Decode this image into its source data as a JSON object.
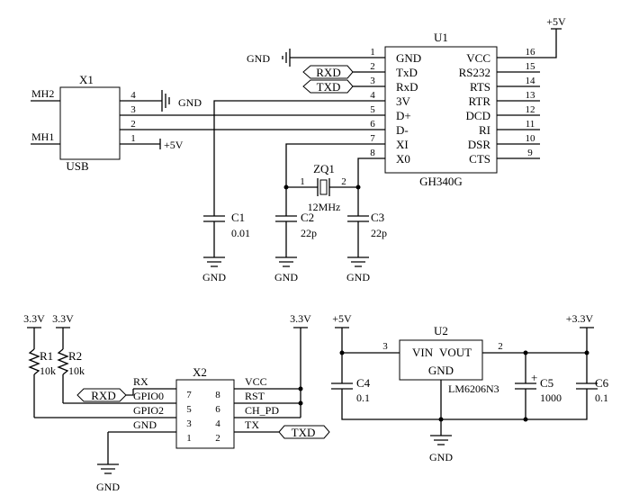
{
  "u1": {
    "ref": "U1",
    "part": "GH340G",
    "left_pins": [
      {
        "num": "1",
        "name": "GND"
      },
      {
        "num": "2",
        "name": "TxD"
      },
      {
        "num": "3",
        "name": "RxD"
      },
      {
        "num": "4",
        "name": "3V"
      },
      {
        "num": "5",
        "name": "D+"
      },
      {
        "num": "6",
        "name": "D-"
      },
      {
        "num": "7",
        "name": "XI"
      },
      {
        "num": "8",
        "name": "X0"
      }
    ],
    "right_pins": [
      {
        "num": "16",
        "name": "VCC"
      },
      {
        "num": "15",
        "name": "RS232"
      },
      {
        "num": "14",
        "name": "RTS"
      },
      {
        "num": "13",
        "name": "RTR"
      },
      {
        "num": "12",
        "name": "DCD"
      },
      {
        "num": "11",
        "name": "RI"
      },
      {
        "num": "10",
        "name": "DSR"
      },
      {
        "num": "9",
        "name": "CTS"
      }
    ]
  },
  "x1": {
    "ref": "X1",
    "part": "USB",
    "pins": [
      "4",
      "3",
      "2",
      "1"
    ],
    "mh2": "MH2",
    "mh1": "MH1"
  },
  "nets": {
    "gnd": "GND",
    "p5v": "+5V",
    "p33": "3.3V",
    "p33plus": "+3.3V",
    "rxd": "RXD",
    "txd": "TXD"
  },
  "crystal": {
    "ref": "ZQ1",
    "value": "12MHz",
    "pin1": "1",
    "pin2": "2",
    "c2_ref": "C2",
    "c2_val": "22p",
    "c3_ref": "C3",
    "c3_val": "22p"
  },
  "c1": {
    "ref": "C1",
    "val": "0.01"
  },
  "x2": {
    "ref": "X2",
    "rows": [
      {
        "left_label": "RX",
        "left_num": "7",
        "right_num": "8",
        "right_label": "VCC"
      },
      {
        "left_label": "GPIO0",
        "left_num": "5",
        "right_num": "6",
        "right_label": "RST"
      },
      {
        "left_label": "GPIO2",
        "left_num": "3",
        "right_num": "4",
        "right_label": "CH_PD"
      },
      {
        "left_label": "GND",
        "left_num": "1",
        "right_num": "2",
        "right_label": "TX"
      }
    ]
  },
  "resistors": [
    {
      "ref": "R1",
      "val": "10k"
    },
    {
      "ref": "R2",
      "val": "10k"
    }
  ],
  "u2": {
    "ref": "U2",
    "part": "LM6206N3",
    "vin": "VIN",
    "vout": "VOUT",
    "gnd": "GND",
    "pin_in": "3",
    "pin_out": "2"
  },
  "caps_reg": [
    {
      "ref": "C4",
      "val": "0.1"
    },
    {
      "ref": "C5",
      "val": "1000"
    },
    {
      "ref": "C6",
      "val": "0.1"
    }
  ]
}
